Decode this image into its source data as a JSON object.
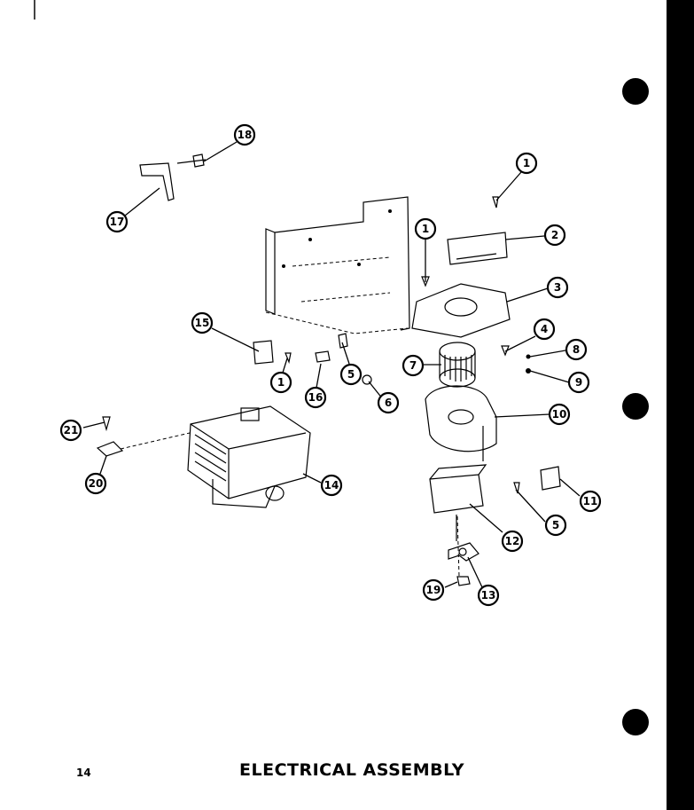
{
  "page": {
    "number": "14",
    "title": "ELECTRICAL ASSEMBLY"
  },
  "callouts": [
    "18",
    "17",
    "1",
    "1",
    "2",
    "3",
    "15",
    "4",
    "8",
    "7",
    "9",
    "5",
    "1",
    "16",
    "6",
    "10",
    "21",
    "14",
    "20",
    "11",
    "12",
    "5",
    "19",
    "13"
  ]
}
